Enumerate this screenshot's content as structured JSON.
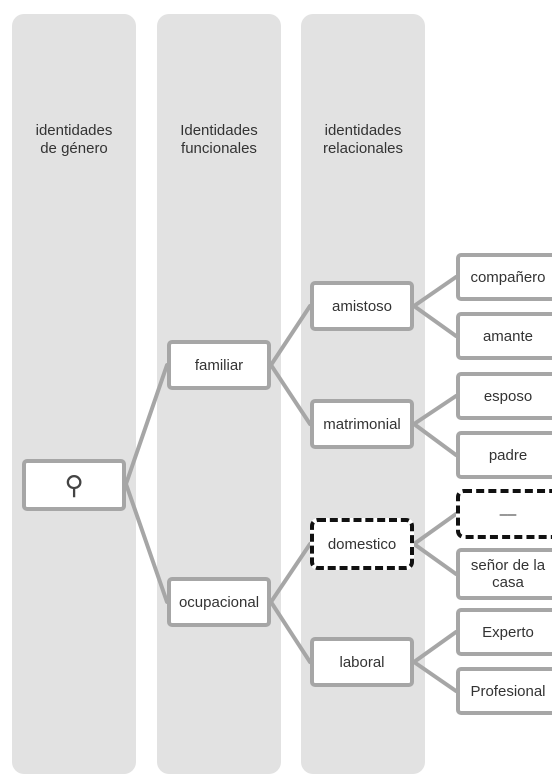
{
  "columns": [
    {
      "title_line1": "identidades",
      "title_line2": "de género"
    },
    {
      "title_line1": "Identidades",
      "title_line2": "funcionales"
    },
    {
      "title_line1": "identidades",
      "title_line2": "relacionales"
    }
  ],
  "nodes": {
    "root_icon": "female-symbol-icon",
    "root_glyph": "⚲",
    "familiar": "familiar",
    "ocupacional": "ocupacional",
    "amistoso": "amistoso",
    "matrimonial": "matrimonial",
    "domestico": "domestico",
    "laboral": "laboral",
    "companero": "compañero",
    "amante": "amante",
    "esposo": "esposo",
    "padre": "padre",
    "dash_placeholder": "––",
    "senor_line1": "señor de la",
    "senor_line2": "casa",
    "experto": "Experto",
    "profesional": "Profesional"
  },
  "colors": {
    "column_bg": "#e2e2e2",
    "node_border": "#a6a6a6",
    "dashed_border": "#111111",
    "link": "#a6a6a6"
  }
}
